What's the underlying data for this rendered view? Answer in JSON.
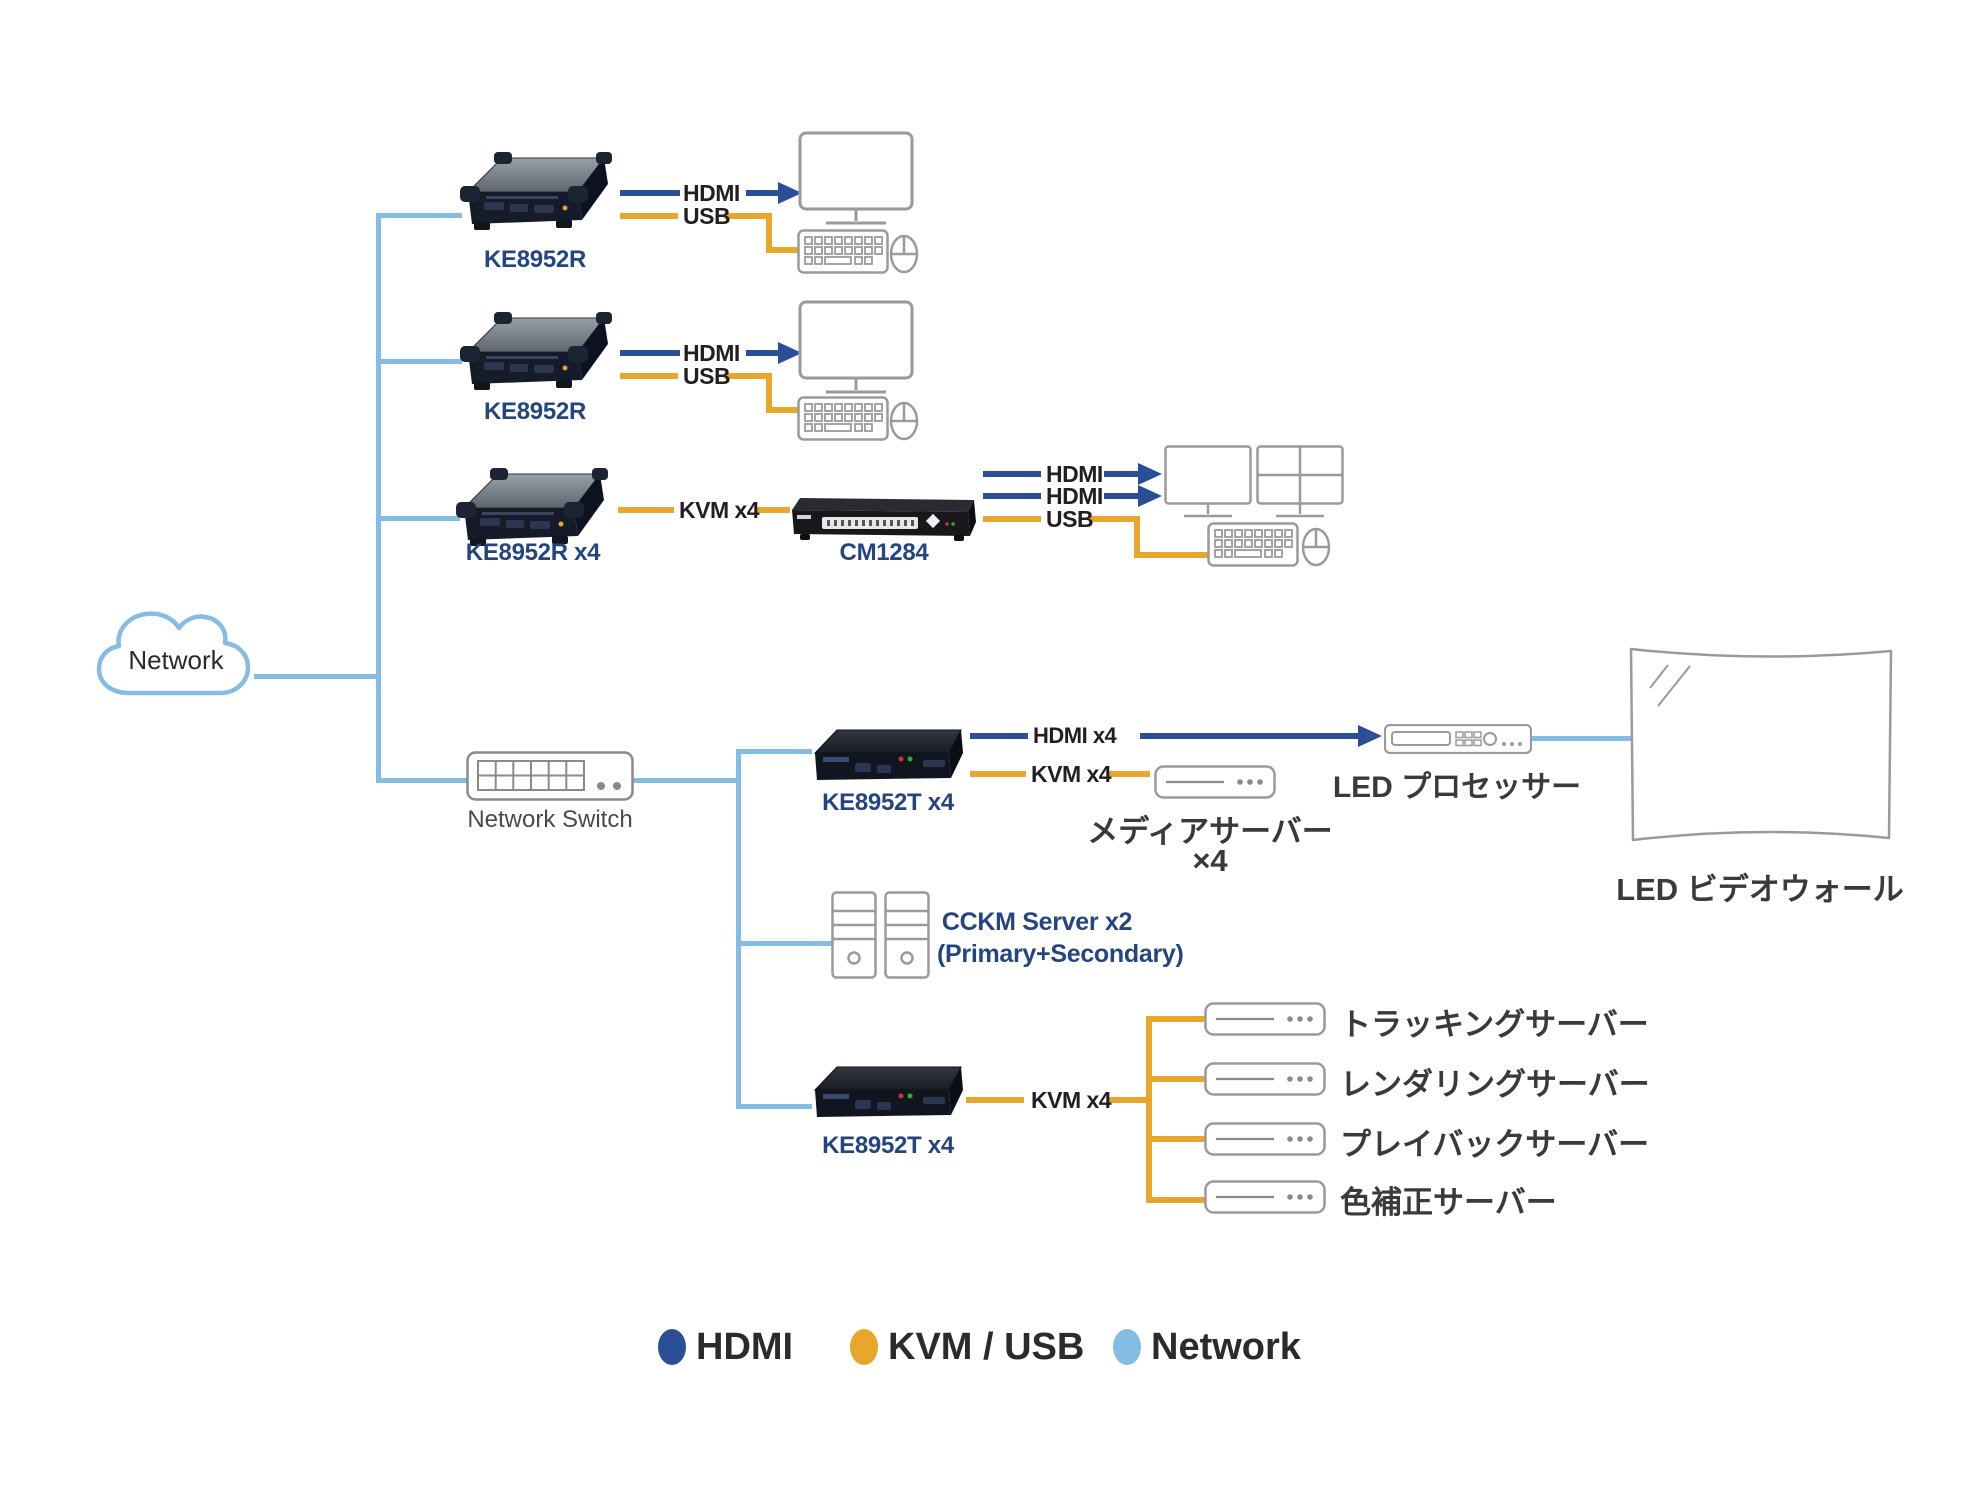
{
  "colors": {
    "hdmi_line": "#2B4F97",
    "kvm_usb_line": "#E8A62C",
    "network_line": "#85BCE4",
    "device_label": "#254580",
    "text_dark": "#3A3A3A"
  },
  "cloud": {
    "label": "Network"
  },
  "network_switch": {
    "label": "Network Switch"
  },
  "extenders": {
    "r1": {
      "label": "KE8952R"
    },
    "r2": {
      "label": "KE8952R"
    },
    "r3": {
      "label": "KE8952R x4"
    },
    "t1": {
      "label": "KE8952T x4"
    },
    "t2": {
      "label": "KE8952T x4"
    }
  },
  "cm1284": {
    "label": "CM1284"
  },
  "cckm": {
    "line1": "CCKM Server x2",
    "line2": "(Primary+Secondary)"
  },
  "media_server": {
    "line1": "メディアサーバー",
    "line2": "×4"
  },
  "led_processor": {
    "label": "LED プロセッサー"
  },
  "led_video_wall": {
    "label": "LED ビデオウォール"
  },
  "servers": [
    {
      "label": "トラッキングサーバー"
    },
    {
      "label": "レンダリングサーバー"
    },
    {
      "label": "プレイバックサーバー"
    },
    {
      "label": "色補正サーバー"
    }
  ],
  "connections": {
    "r1_hdmi": "HDMI",
    "r1_usb": "USB",
    "r2_hdmi": "HDMI",
    "r2_usb": "USB",
    "r3_kvm": "KVM x4",
    "cm_hdmi_1": "HDMI",
    "cm_hdmi_2": "HDMI",
    "cm_usb": "USB",
    "t1_hdmi": "HDMI x4",
    "t1_kvm": "KVM x4",
    "t2_kvm": "KVM x4"
  },
  "legend": [
    {
      "label": "HDMI",
      "color": "#2B4F97"
    },
    {
      "label": "KVM / USB",
      "color": "#E8A62C"
    },
    {
      "label": "Network",
      "color": "#85BCE4"
    }
  ],
  "icons": {
    "cloud-icon": "network cloud outline",
    "monitor-icon": "display outline",
    "quad-monitor-icon": "display split in four",
    "keyboard-icon": "keyboard outline",
    "mouse-icon": "mouse outline",
    "switch-icon": "network switch box",
    "tower-server-icon": "tower pc outline",
    "rack-server-icon": "1U server outline",
    "led-processor-icon": "processor unit outline",
    "video-wall-icon": "curved led wall outline"
  }
}
